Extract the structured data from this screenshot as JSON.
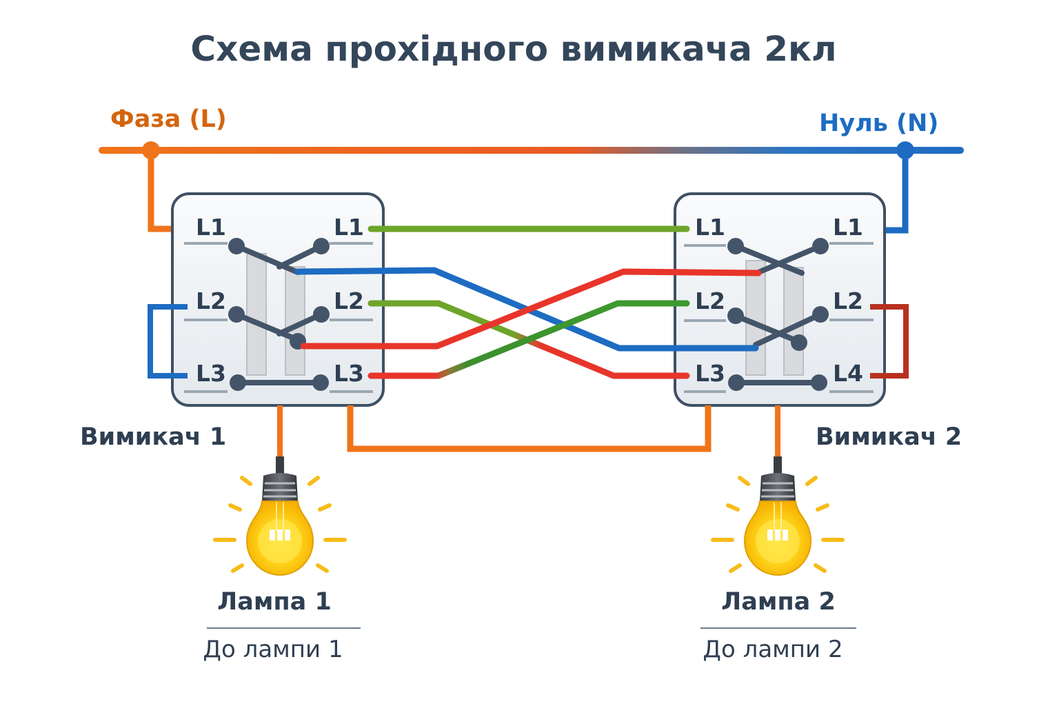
{
  "title": "Схема прохідного вимикача 2кл",
  "supply": {
    "phase_label": "Фаза (L)",
    "neutral_label": "Нуль (N)",
    "phase_color": "#f0741a",
    "neutral_color": "#1d6cc2"
  },
  "switches": [
    {
      "name": "Вимикач 1",
      "left_terminals": [
        "L1",
        "L2",
        "L3"
      ],
      "right_terminals": [
        "L1",
        "L2",
        "L3"
      ]
    },
    {
      "name": "Вимикач 2",
      "left_terminals": [
        "L1",
        "L2",
        "L3"
      ],
      "right_terminals": [
        "L1",
        "L2",
        "L4"
      ]
    }
  ],
  "lamps": [
    {
      "name": "Лампа 1",
      "caption": "До лампи 1"
    },
    {
      "name": "Лампа 2",
      "caption": "До лампи 2"
    }
  ],
  "wire_colors": {
    "phase": "#f0741a",
    "neutral": "#1d6cc2",
    "green": "#6ea52a",
    "dark_green": "#3d9a2e",
    "red": "#e8352a",
    "dark_red": "#b8301f",
    "blue": "#1d6cc2"
  },
  "icons": {
    "lamp": "light-bulb-icon",
    "junction": "junction-dot-icon",
    "contact": "switch-contact-icon"
  }
}
